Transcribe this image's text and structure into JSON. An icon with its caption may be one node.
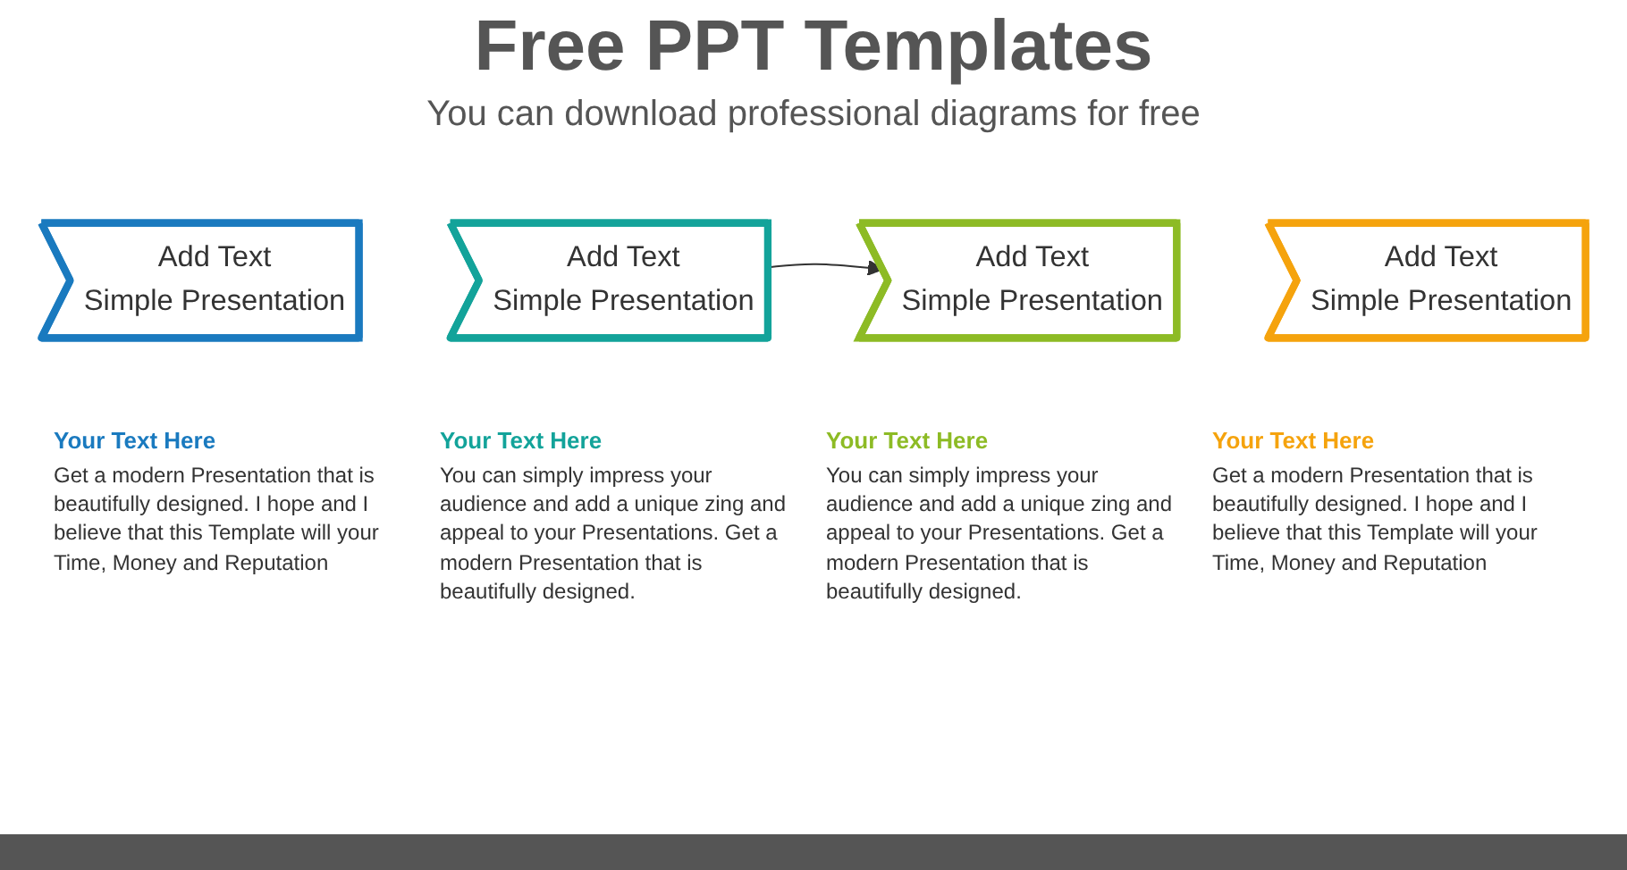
{
  "diagram": {
    "title": "Free PPT Templates",
    "nodes": [
      {
        "text": [
          "Add Text",
          "Simple Presentation"
        ],
        "beside": [
          "Your Text Here",
          "Get a modern Presentation that is beautifully designed. I hope and I believe that this Template will your Time, Money and Reputation"
        ]
      },
      {
        "text": [
          "Add Text",
          "Simple Presentation"
        ],
        "beside": [
          "Your Text Here",
          "You can simply impress your audience and add a unique zing and appeal to your Presentations. Get a modern Presentation that is beautifully designed."
        ]
      },
      {
        "text": [
          "Add Text",
          "Simple Presentation"
        ],
        "beside": [
          "Your Text Here",
          "You can simply impress your audience and add a unique zing and appeal to your Presentations. Get a modern Presentation that is beautifully designed."
        ]
      },
      {
        "text": [
          "Add Text",
          "Simple Presentation"
        ],
        "beside": [
          "Your Text Here",
          "Get a modern Presentation that is beautifully designed. I hope and I believe that this Template will your Time, Money and Reputation"
        ]
      }
    ],
    "edges": [
      {
        "from": 1,
        "to": 2,
        "arrow": "to"
      }
    ],
    "labels": [
      "You can download professional diagrams for free"
    ]
  }
}
